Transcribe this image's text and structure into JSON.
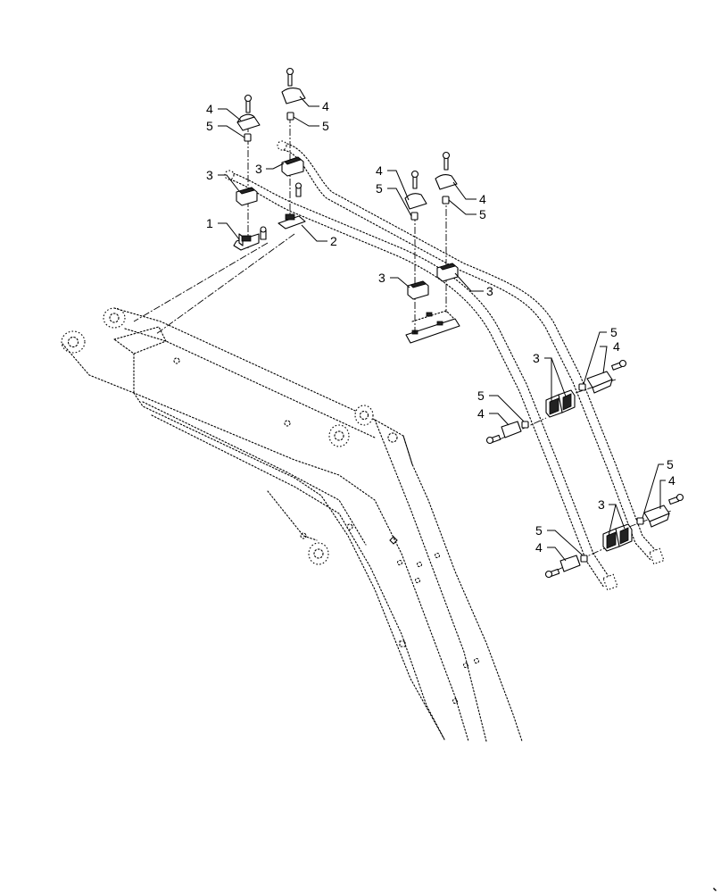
{
  "callouts": [
    {
      "id": "c1",
      "text": "1"
    },
    {
      "id": "c2",
      "text": "2"
    },
    {
      "id": "c3a",
      "text": "3"
    },
    {
      "id": "c3b",
      "text": "3"
    },
    {
      "id": "c3c",
      "text": "3"
    },
    {
      "id": "c3d",
      "text": "3"
    },
    {
      "id": "c3e",
      "text": "3"
    },
    {
      "id": "c3f",
      "text": "3"
    },
    {
      "id": "c4a",
      "text": "4"
    },
    {
      "id": "c4b",
      "text": "4"
    },
    {
      "id": "c4c",
      "text": "4"
    },
    {
      "id": "c4d",
      "text": "4"
    },
    {
      "id": "c4e",
      "text": "4"
    },
    {
      "id": "c4f",
      "text": "4"
    },
    {
      "id": "c4g",
      "text": "4"
    },
    {
      "id": "c4h",
      "text": "4"
    },
    {
      "id": "c5a",
      "text": "5"
    },
    {
      "id": "c5b",
      "text": "5"
    },
    {
      "id": "c5c",
      "text": "5"
    },
    {
      "id": "c5d",
      "text": "5"
    },
    {
      "id": "c5e",
      "text": "5"
    },
    {
      "id": "c5f",
      "text": "5"
    },
    {
      "id": "c5g",
      "text": "5"
    },
    {
      "id": "c5h",
      "text": "5"
    }
  ]
}
